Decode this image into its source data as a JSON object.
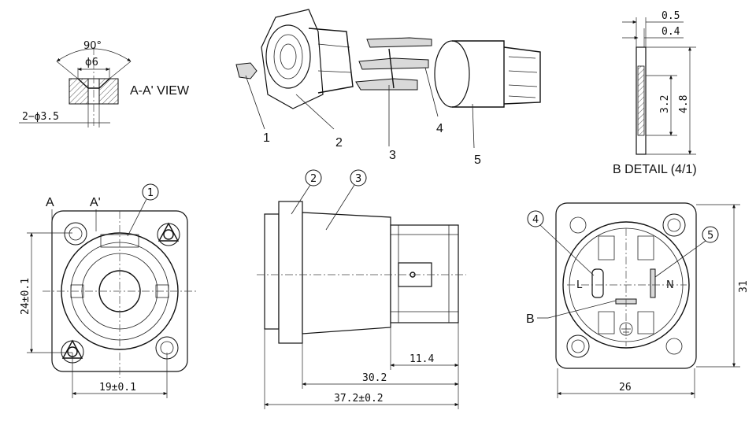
{
  "section_view": {
    "angle_label": "90°",
    "diameter_label": "ϕ6",
    "holes_label": "2−ϕ3.5",
    "view_title": "A-A' VIEW"
  },
  "exploded": {
    "parts": [
      "1",
      "2",
      "3",
      "4",
      "5"
    ]
  },
  "detail_b": {
    "dim_top": "0.5",
    "dim_second": "0.4",
    "dim_inner": "3.2",
    "dim_outer": "4.8",
    "title": "B DETAIL (4/1)"
  },
  "front_view": {
    "section_a": "A",
    "section_a_prime": "A'",
    "callout_1": "1",
    "height_label": "24±0.1",
    "width_label": "19±0.1"
  },
  "side_view": {
    "callout_2": "2",
    "callout_3": "3",
    "dim_short": "11.4",
    "dim_mid": "30.2",
    "dim_total": "37.2±0.2"
  },
  "rear_view": {
    "callout_4": "4",
    "callout_5": "5",
    "callout_b": "B",
    "height_label": "31",
    "width_label": "26"
  }
}
